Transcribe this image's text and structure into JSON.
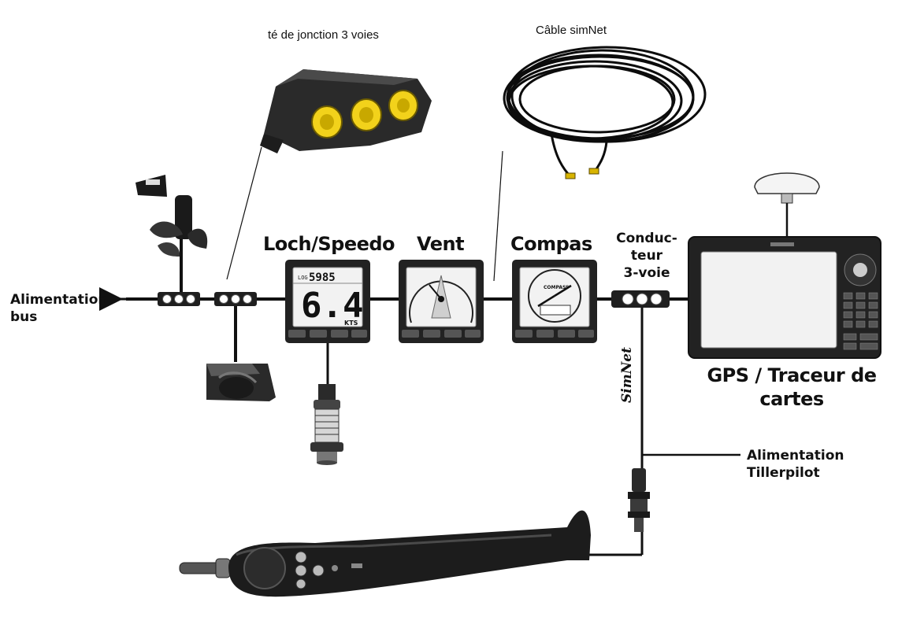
{
  "labels": {
    "te_jonction": "té de jonction 3 voies",
    "cable_simnet": "Câble simNet",
    "loch_speedo": "Loch/Speedo",
    "vent": "Vent",
    "compas": "Compas",
    "conducteur": [
      "Conduc-",
      "teur",
      "3-voie"
    ],
    "alimentation_bus": [
      "Alimentation",
      "bus"
    ],
    "gps_traceur": [
      "GPS / Traceur de",
      "cartes"
    ],
    "simnet": "SimNet",
    "alimentation_tillerpilot": [
      "Alimentation",
      "Tillerpilot"
    ]
  },
  "displays": {
    "loch": {
      "value": "6.4",
      "log": "5985",
      "unit": "KTS",
      "prefix": "LOG"
    },
    "compass": {
      "brand": "COMPASS"
    }
  },
  "colors": {
    "line": "#111111",
    "device_body": "#222222",
    "screen": "#f2f2f2",
    "connector_yellow": "#f2d21b",
    "tee_body": "#2a2a2a"
  }
}
